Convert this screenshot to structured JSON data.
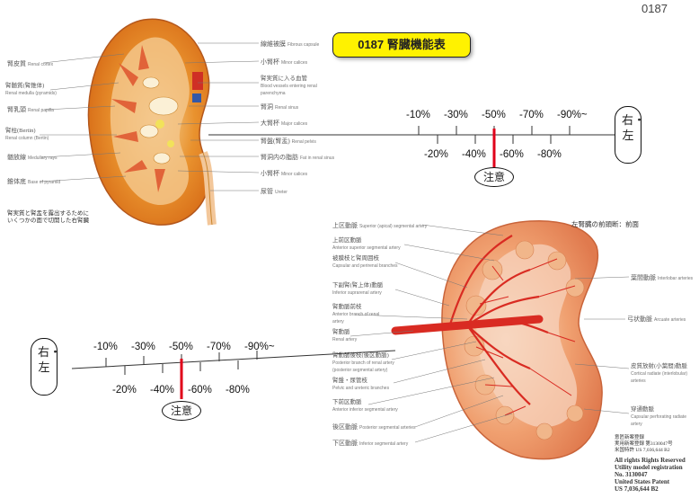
{
  "page": {
    "number": "0187"
  },
  "title_box": {
    "label": "0187 腎臓機能表"
  },
  "scale": {
    "upper_labels": [
      "-10%",
      "-30%",
      "-50%",
      "-70%",
      "-90%~"
    ],
    "lower_labels": [
      "-20%",
      "-40%",
      "-60%",
      "-80%"
    ],
    "badge": "注意",
    "side": "右・左",
    "line_color": "#333333",
    "mark_color": "#e0001a"
  },
  "top_diagram": {
    "caption_lines": [
      "腎実質と腎盂を露出するために",
      "いくつかの面で切開した右腎臓"
    ],
    "left_labels": [
      {
        "jp": "腎皮質",
        "en": "Renal cortex"
      },
      {
        "jp": "腎髄質(腎錐体)",
        "en": "Renal medulla (pyramids)"
      },
      {
        "jp": "腎乳頭",
        "en": "Renal papilla"
      },
      {
        "jp": "腎柱(Bertin)",
        "en": "Renal column (Bertin)"
      },
      {
        "jp": "髄放線",
        "en": "Medullary rays"
      },
      {
        "jp": "錐体底",
        "en": "Base of pyramid"
      }
    ],
    "right_labels": [
      {
        "jp": "線維被膜",
        "en": "Fibrous capsule"
      },
      {
        "jp": "小腎杯",
        "en": "Minor calices"
      },
      {
        "jp": "腎実質に入る血管",
        "en": "Blood vessels entering renal parenchyma"
      },
      {
        "jp": "腎洞",
        "en": "Renal sinus"
      },
      {
        "jp": "大腎杯",
        "en": "Major calices"
      },
      {
        "jp": "腎盤(腎盂)",
        "en": "Renal pelvis"
      },
      {
        "jp": "腎洞内の脂肪",
        "en": "Fat in renal sinus"
      },
      {
        "jp": "小腎杯",
        "en": "Minor calices"
      },
      {
        "jp": "尿管",
        "en": "Ureter"
      }
    ]
  },
  "bottom_diagram": {
    "heading": "左腎臓の前頭断：前面",
    "left_labels": [
      {
        "jp": "上区動脈",
        "en": "Superior (apical) segmental artery"
      },
      {
        "jp": "上前区動脈",
        "en": "Anterior superior segmental artery"
      },
      {
        "jp": "被膜枝と腎周囲枝",
        "en": "Capsular and perirenal branches"
      },
      {
        "jp": "下副腎(腎上体)動脈",
        "en": "Inferior suprarenal artery"
      },
      {
        "jp": "腎動脈前枝",
        "en": "Anterior branch of renal artery"
      },
      {
        "jp": "腎動脈",
        "en": "Renal artery"
      },
      {
        "jp": "腎動脈後枝(後区動脈)",
        "en": "Posterior branch of renal artery (posterior segmental artery)"
      },
      {
        "jp": "腎盤・尿管枝",
        "en": "Pelvic and ureteric branches"
      },
      {
        "jp": "下前区動脈",
        "en": "Anterior inferior segmental artery"
      },
      {
        "jp": "後区動脈",
        "en": "Posterior segmental arteries"
      },
      {
        "jp": "下区動脈",
        "en": "Inferior segmental artery"
      }
    ],
    "right_labels": [
      {
        "jp": "葉間動脈",
        "en": "Interlobar arteries"
      },
      {
        "jp": "弓状動脈",
        "en": "Arcuate arteries"
      },
      {
        "jp": "皮質放射(小葉間)動脈",
        "en": "Cortical radiate (interlobular) arteries"
      },
      {
        "jp": "穿通動脈",
        "en": "Capsular perforating radiate artery"
      }
    ],
    "copyright_small": [
      "意匠新案登録",
      "実用新案登録 第3130047号",
      "米国特許 US 7,036,644 B2"
    ],
    "copyright_big": [
      "All rights Rights Reserved",
      "Utility model registration",
      "No. 3130047",
      "United States Patent",
      "US 7,036,644 B2"
    ]
  }
}
